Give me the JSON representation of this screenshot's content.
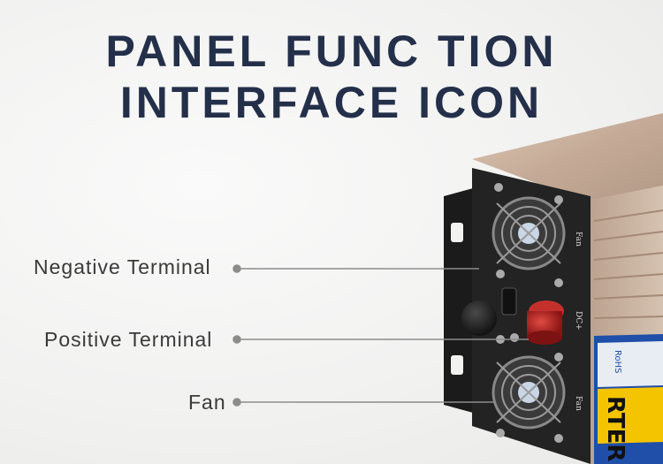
{
  "title": {
    "line1": "PANEL FUNC TION",
    "line2": "INTERFACE ICON"
  },
  "callouts": {
    "negative_terminal": "Negative Terminal",
    "positive_terminal": "Positive Terminal",
    "fan": "Fan"
  },
  "panel_labels": {
    "fan_top": "Fan",
    "dc_plus": "DC+",
    "fan_bottom": "Fan",
    "rohs": "RoHS",
    "brand_fragment": "RTER"
  },
  "colors": {
    "title": "#24304a",
    "leader_line": "#8c8c8c",
    "panel": "#232323",
    "housing": "#c9b19e",
    "brand_strip": "#f4c400",
    "positive_cap": "#a8201f"
  }
}
